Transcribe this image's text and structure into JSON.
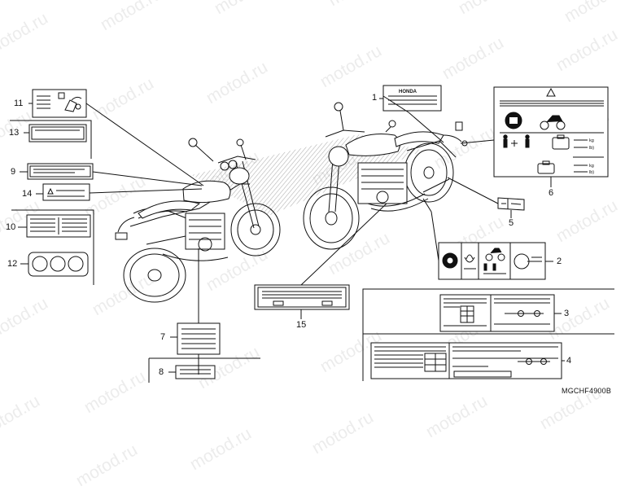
{
  "watermark": "motod.ru",
  "diagram_code": "MGCHF4900B",
  "callouts": [
    "1",
    "2",
    "3",
    "4",
    "5",
    "6",
    "7",
    "8",
    "9",
    "10",
    "11",
    "12",
    "13",
    "14",
    "15"
  ],
  "honda_label_text": "HONDA",
  "label6": {
    "kg1": "kg",
    "lb1": "lb)",
    "kg2": "kg",
    "lb2": "lb)"
  },
  "colors": {
    "line": "#111111",
    "hatch": "#9a9a9a",
    "watermark": "#c8c8c8"
  }
}
